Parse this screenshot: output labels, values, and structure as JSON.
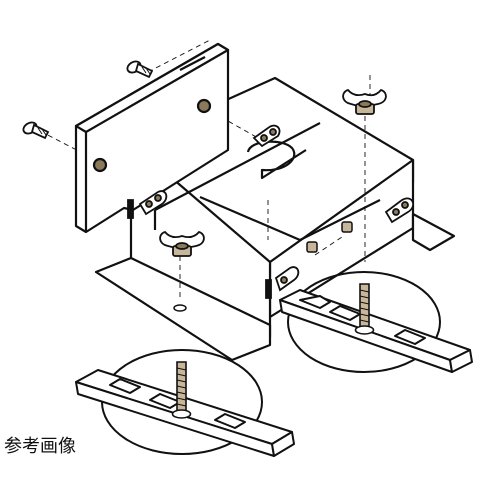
{
  "caption": "参考画像",
  "colors": {
    "line": "#111111",
    "panel": "#ffffff",
    "part_fill": "#c8b69a",
    "hole_fill": "#8b7a5a",
    "shadow": "#d8d8d8"
  },
  "components": [
    "screw-left-top",
    "screw-left-mid",
    "side-cover-plate",
    "main-u-cover",
    "wing-nut-center",
    "wing-nut-right",
    "bracket-right",
    "bracket-left",
    "rail-detail-right",
    "rail-detail-left"
  ]
}
